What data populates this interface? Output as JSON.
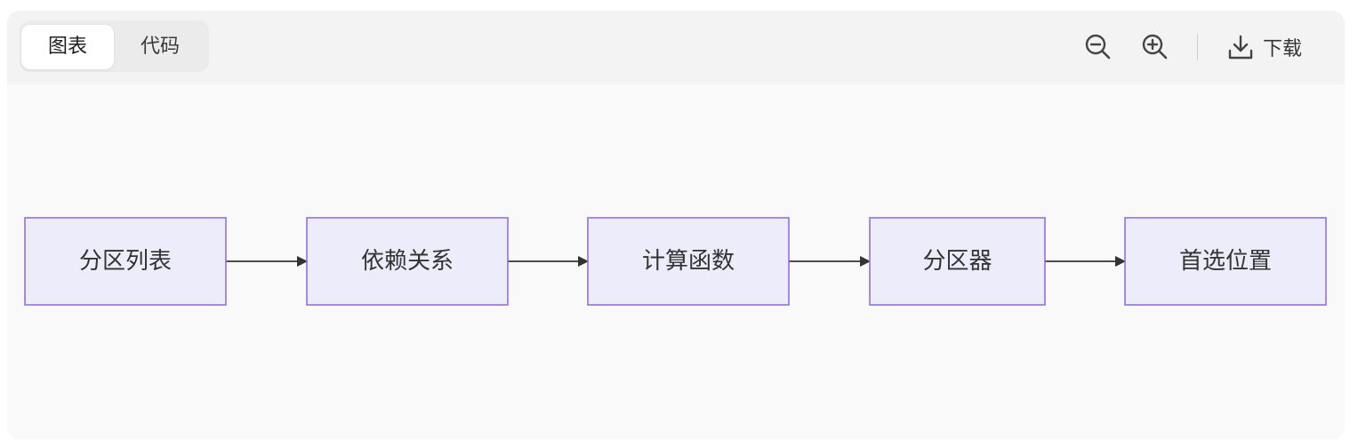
{
  "toolbar": {
    "tabs": [
      {
        "label": "图表",
        "active": true
      },
      {
        "label": "代码",
        "active": false
      }
    ],
    "zoom_out_icon": "zoom-out-icon",
    "zoom_in_icon": "zoom-in-icon",
    "download_icon": "download-icon",
    "download_label": "下载"
  },
  "diagram": {
    "type": "flowchart",
    "direction": "left-to-right",
    "nodes": [
      {
        "id": "n1",
        "label": "分区列表"
      },
      {
        "id": "n2",
        "label": "依赖关系"
      },
      {
        "id": "n3",
        "label": "计算函数"
      },
      {
        "id": "n4",
        "label": "分区器"
      },
      {
        "id": "n5",
        "label": "首选位置"
      }
    ],
    "edges": [
      {
        "from": "n1",
        "to": "n2"
      },
      {
        "from": "n2",
        "to": "n3"
      },
      {
        "from": "n3",
        "to": "n4"
      },
      {
        "from": "n4",
        "to": "n5"
      }
    ],
    "colors": {
      "node_fill": "#ececfb",
      "node_stroke": "#9370db",
      "edge": "#333333"
    }
  }
}
